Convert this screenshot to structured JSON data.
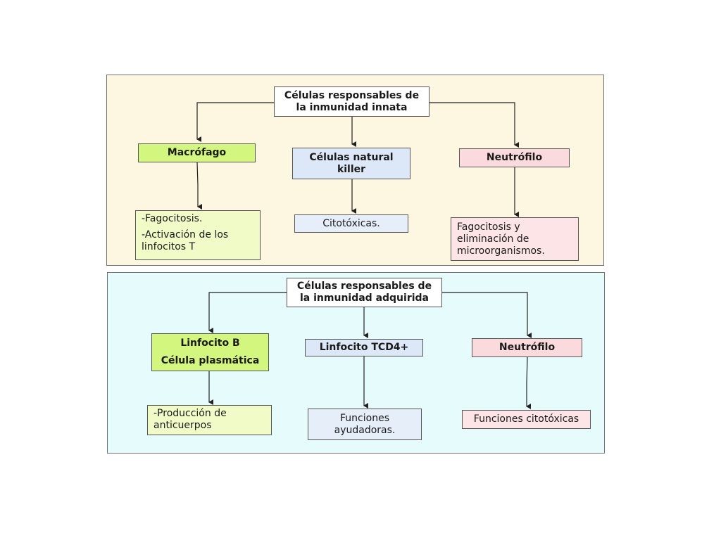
{
  "innate": {
    "header": [
      "Células responsables de",
      "la inmunidad innata"
    ],
    "macrofago": "Macrófago",
    "nk": [
      "Células natural",
      "killer"
    ],
    "neutrofilo": "Neutrófilo",
    "macrofago_desc": [
      "-Fagocitosis.",
      "-Activación de los",
      "linfocitos T"
    ],
    "nk_desc": "Citotóxicas.",
    "neutrofilo_desc": [
      "Fagocitosis y",
      "eliminación de",
      "microorganismos."
    ]
  },
  "acquired": {
    "header": [
      "Células responsables de",
      "la inmunidad adquirida"
    ],
    "linfocito_b": [
      "Linfocito B",
      "Célula plasmática"
    ],
    "linfocito_tcd4": "Linfocito TCD4+",
    "neutrofilo": "Neutrófilo",
    "b_desc": [
      "-Producción de",
      "anticuerpos"
    ],
    "tcd4_desc": [
      "Funciones",
      "ayudadoras."
    ],
    "neutrofilo_desc": "Funciones citotóxicas"
  }
}
